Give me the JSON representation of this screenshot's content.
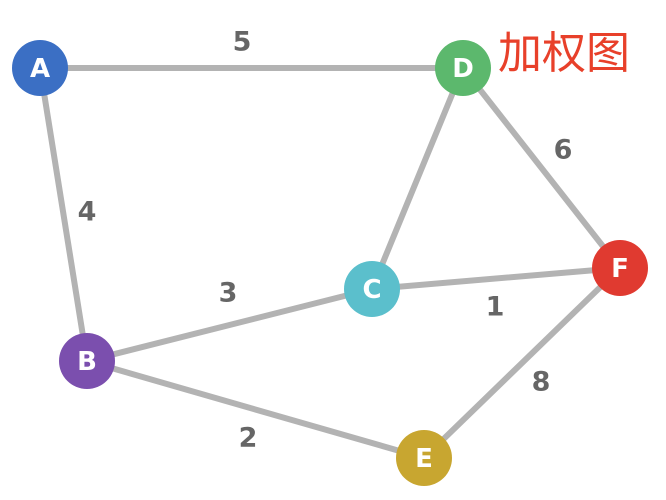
{
  "title": "加权图",
  "nodes": [
    {
      "id": "A",
      "label": "A",
      "color": "#3b6fc4"
    },
    {
      "id": "B",
      "label": "B",
      "color": "#7b4fae"
    },
    {
      "id": "C",
      "label": "C",
      "color": "#5bbfcc"
    },
    {
      "id": "D",
      "label": "D",
      "color": "#5cb86d"
    },
    {
      "id": "E",
      "label": "E",
      "color": "#c8a630"
    },
    {
      "id": "F",
      "label": "F",
      "color": "#e03a30"
    }
  ],
  "edges": [
    {
      "from": "A",
      "to": "D",
      "weight": "5"
    },
    {
      "from": "A",
      "to": "B",
      "weight": "4"
    },
    {
      "from": "B",
      "to": "C",
      "weight": "3"
    },
    {
      "from": "B",
      "to": "E",
      "weight": "2"
    },
    {
      "from": "C",
      "to": "D",
      "weight": ""
    },
    {
      "from": "C",
      "to": "F",
      "weight": "1"
    },
    {
      "from": "D",
      "to": "F",
      "weight": "6"
    },
    {
      "from": "E",
      "to": "F",
      "weight": "8"
    }
  ]
}
